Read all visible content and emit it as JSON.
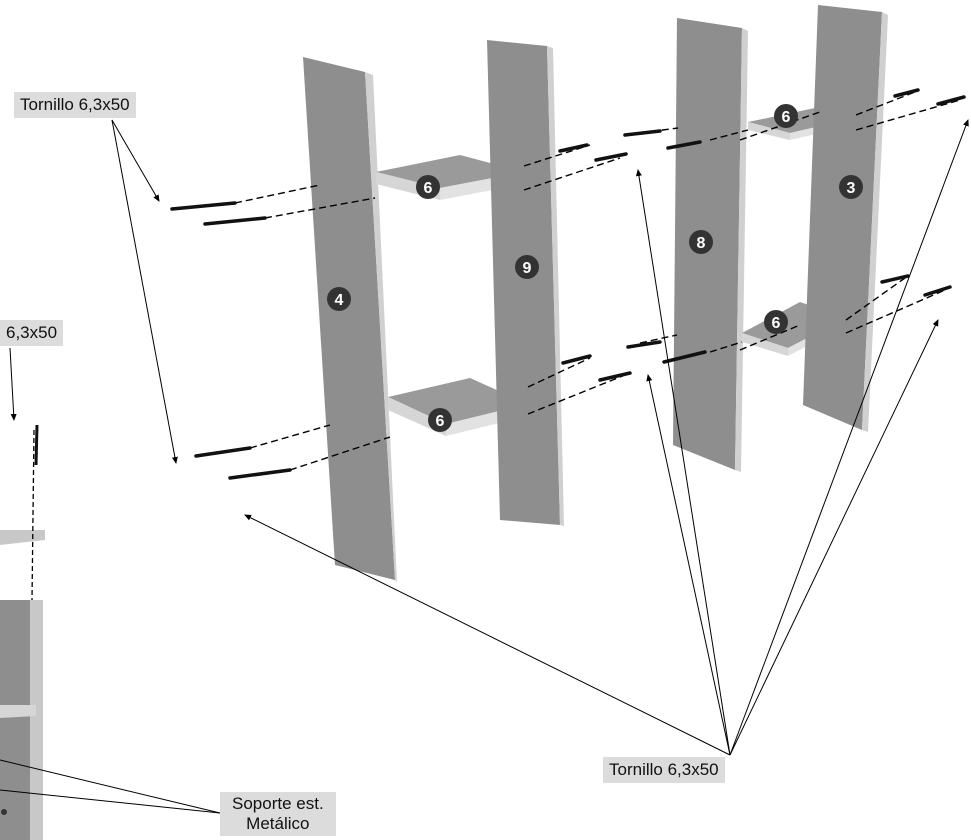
{
  "labels": {
    "screw_top_left": "Tornillo 6,3x50",
    "screw_left_partial": "6,3x50",
    "screw_bottom_right": "Tornillo 6,3x50",
    "support_line1": "Soporte est.",
    "support_line2": "Metálico"
  },
  "parts": {
    "panel_4": "4",
    "panel_9": "9",
    "panel_8": "8",
    "panel_3": "3",
    "shelf_top_left": "6",
    "shelf_bottom_left": "6",
    "shelf_top_right": "6",
    "shelf_bottom_right": "6"
  },
  "colors": {
    "panel_face": "#8e8e8e",
    "panel_edge": "#c8c8c8",
    "shelf_top": "#9a9a9a",
    "shelf_edge": "#d6d6d6",
    "badge": "#333333",
    "callout_bg": "#dcdcdc",
    "line": "#000000"
  }
}
